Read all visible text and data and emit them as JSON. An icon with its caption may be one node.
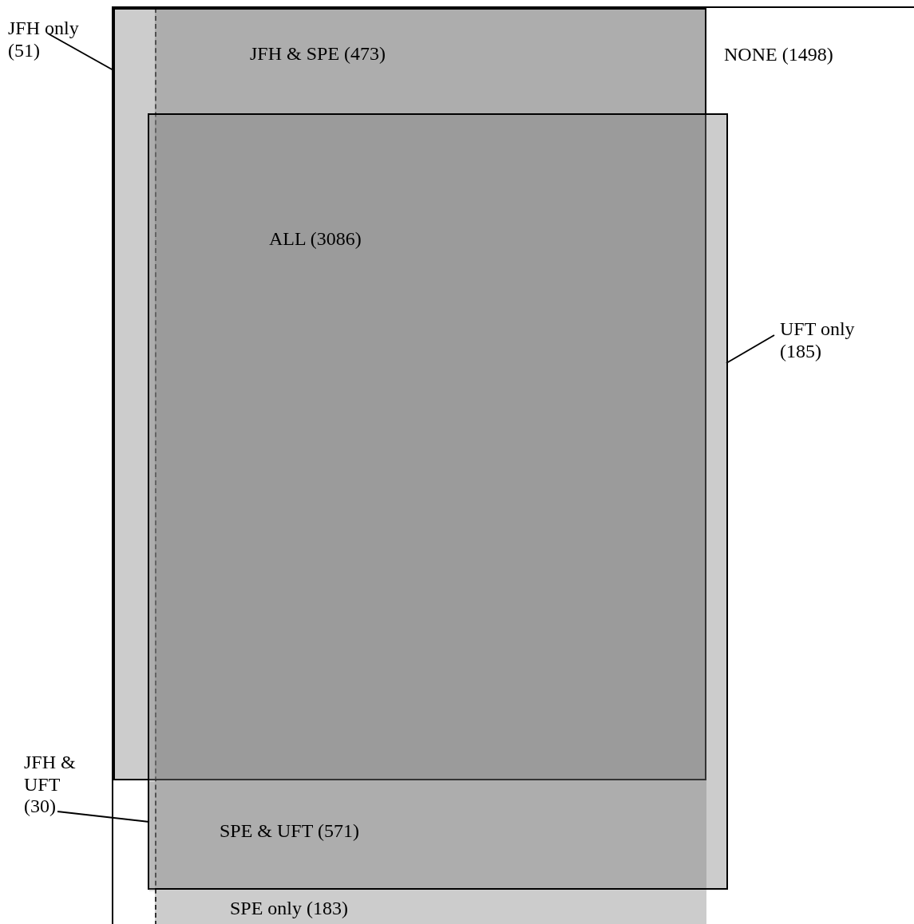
{
  "diagram": {
    "nodes": [
      {
        "text": [
          "NONE (1498)"
        ]
      },
      {
        "text": [],
        "shape": "box",
        "in": 0
      },
      {
        "text": [],
        "shape": "box",
        "in": 0
      },
      {
        "text": [],
        "shape": "box",
        "in": 0
      },
      {
        "text": [],
        "shape": "bar",
        "in": 3
      },
      {
        "text": [
          "JFH only (51)"
        ]
      },
      {
        "text": [
          "UFT only (185)"
        ],
        "in": 0
      },
      {
        "text": [
          "JFH & UFT (30)"
        ]
      }
    ],
    "edges": [
      {
        "from": 5,
        "to": 1,
        "arrow": "none"
      },
      {
        "from": 6,
        "to": 3,
        "arrow": "none"
      },
      {
        "from": 7,
        "to": 4,
        "arrow": "none"
      }
    ],
    "labels": [
      "JFH & SPE (473)",
      "ALL (3086)",
      "SPE & UFT (571)",
      "SPE only (183)"
    ]
  }
}
